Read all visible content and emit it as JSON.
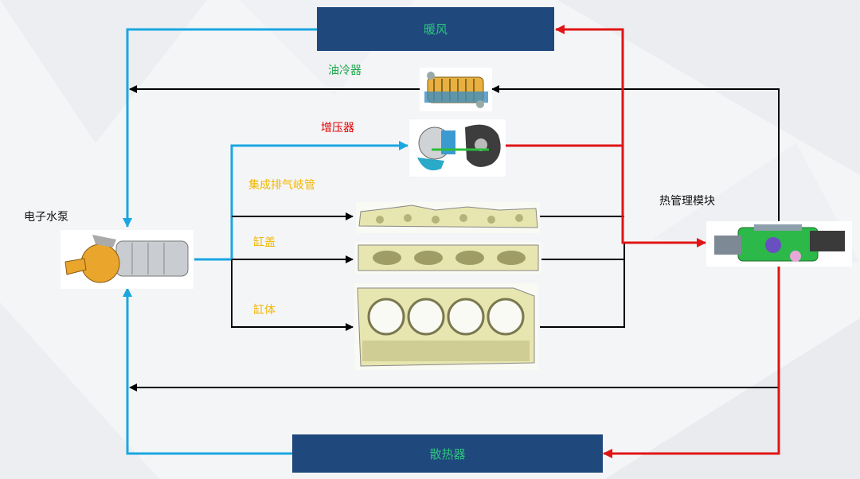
{
  "boxes": {
    "heater": "暖风",
    "radiator": "散热器"
  },
  "labels": {
    "oil_cooler": "油冷器",
    "turbocharger": "增压器",
    "integrated_exhaust_manifold": "集成排气岐管",
    "cylinder_head": "缸盖",
    "cylinder_block": "缸体",
    "electronic_water_pump": "电子水泵",
    "thermal_management_module": "热管理模块"
  },
  "colors": {
    "box_fill": "#1f497d",
    "box_text": "#2ec27e",
    "oil_cooler_label": "#1aa84a",
    "turbo_label": "#e00000",
    "engine_labels": "#f2b700",
    "blue_line": "#1aa7e0",
    "red_line": "#e01515",
    "black_line": "#000000"
  }
}
